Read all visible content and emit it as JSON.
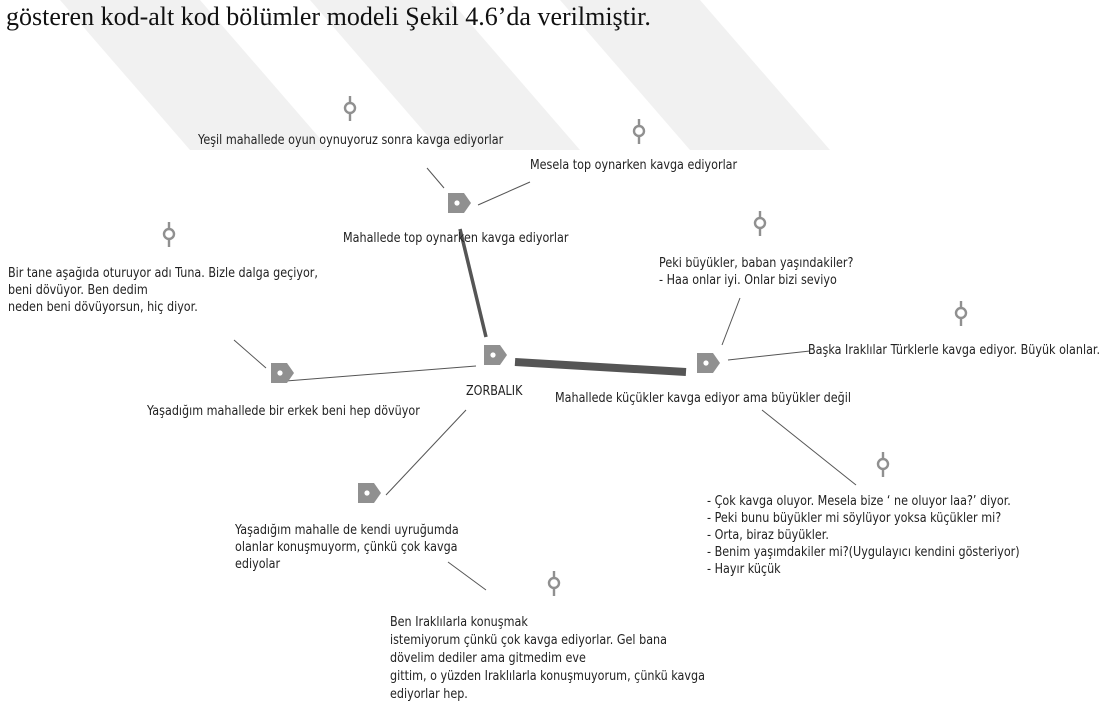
{
  "heading": "gösteren kod-alt kod bölümler modeli Şekil 4.6’da verilmiştir.",
  "colors": {
    "line": "#555555",
    "code_tag": "#909090",
    "watermark": "#f0f0f0",
    "text": "#222222"
  },
  "codes": {
    "center": "ZORBALIK",
    "top": "Mahallede top oynarken kavga ediyorlar",
    "right": "Mahallede küçükler kavga ediyor ama büyükler değil",
    "left": "Yaşadığım mahallede bir erkek beni hep dövüyor",
    "bottom": "Yaşadığım mahalle de kendi uyruğumda olanlar konuşmuyorm, çünkü çok kavga ediyolar"
  },
  "quotes": {
    "q1": "Yeşil mahallede oyun oynuyoruz sonra kavga ediyorlar",
    "q2": "Mesela top oynarken kavga ediyorlar",
    "q3": [
      "Bir tane aşağıda oturuyor adı Tuna. Bizle dalga geçiyor,",
      "beni dövüyor. Ben dedim",
      "neden beni dövüyorsun, hiç diyor."
    ],
    "q4": [
      "Peki büyükler, baban yaşındakiler?",
      "- Haa onlar iyi. Onlar bizi seviyo"
    ],
    "q5": "Başka Iraklılar Türklerle kavga ediyor. Büyük olanlar.",
    "q6": [
      "- Çok kavga oluyor. Mesela bize ‘ ne oluyor laa?’ diyor.",
      "- Peki bunu büyükler mi söylüyor yoksa küçükler mi?",
      "- Orta, biraz büyükler.",
      "- Benim yaşımdakiler mi?(Uygulayıcı kendini gösteriyor)",
      "- Hayır küçük"
    ],
    "q7": [
      "Ben Iraklılarla konuşmak",
      "istemiyorum çünkü çok kavga ediyorlar. Gel bana",
      "dövelim dediler ama gitmedim eve",
      "gittim, o yüzden Iraklılarla konuşmuyorum, çünkü kavga",
      "ediyorlar hep."
    ]
  }
}
